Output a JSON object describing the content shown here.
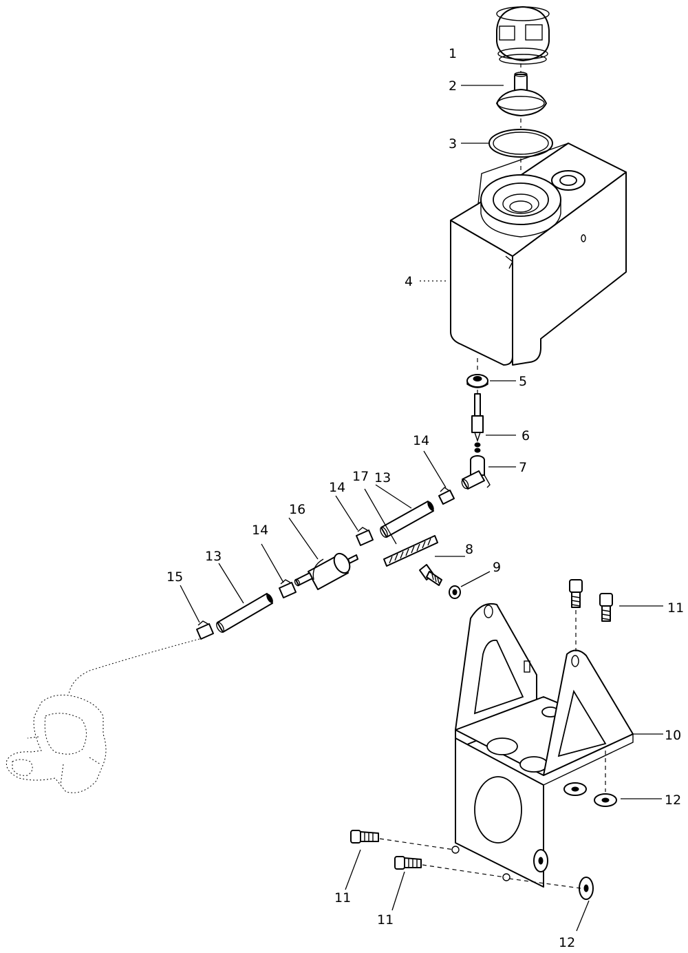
{
  "callouts": {
    "c1": "1",
    "c2": "2",
    "c3": "3",
    "c4": "4",
    "c5": "5",
    "c6": "6",
    "c7": "7",
    "c8": "8",
    "c9": "9",
    "c10": "10",
    "c11a": "11",
    "c11b": "11",
    "c11c": "11",
    "c12a": "12",
    "c12b": "12",
    "c13a": "13",
    "c13b": "13",
    "c14a": "14",
    "c14b": "14",
    "c14c": "14",
    "c15": "15",
    "c16": "16",
    "c17": "17"
  }
}
